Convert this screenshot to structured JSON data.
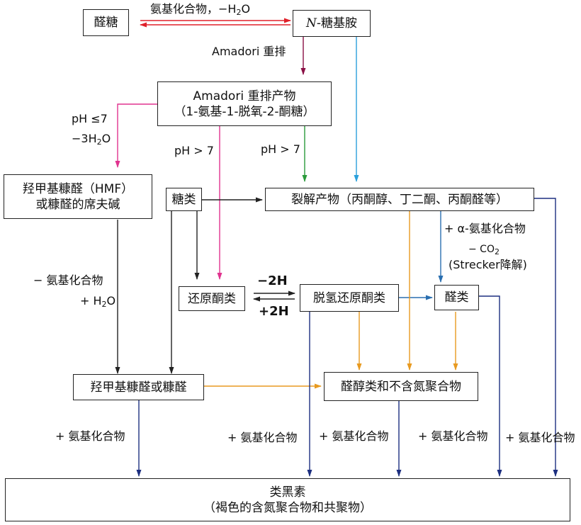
{
  "nodes": {
    "aldose": "醛糖",
    "glycosylamine_italic": "N",
    "glycosylamine_rest": "-糖基胺",
    "amadori_product_line1": "Amadori 重排产物",
    "amadori_product_line2": "（1-氨基-1-脱氧-2-酮糖）",
    "hmf_schiff_line1": "羟甲基糠醛（HMF）",
    "hmf_schiff_line2": "或糠醛的席夫碱",
    "sugars": "糖类",
    "fission_products": "裂解产物（丙酮醇、丁二酮、丙酮醛等）",
    "reductones": "还原酮类",
    "dehydroreductones": "脱氢还原酮类",
    "aldehydes": "醛类",
    "hmf_furfural": "羟甲基糠醛或糠醛",
    "aldols_polymers": "醛醇类和不含氮聚合物",
    "melanoidins_line1": "类黑素",
    "melanoidins_line2": "（褐色的含氮聚合物和共聚物）"
  },
  "labels": {
    "amine_compound": "氨基化合物，",
    "minus_h2o_sign": "−H",
    "minus_h2o_sub": "2",
    "minus_h2o_end": "O",
    "amadori_rearrangement": "Amadori 重排",
    "ph_le7": "pH ≤7",
    "minus_3h2o_sign": "−3H",
    "minus_3h2o_sub": "2",
    "minus_3h2o_end": "O",
    "ph_gt7_left": "pH > 7",
    "ph_gt7_right": "pH > 7",
    "minus_amine": "− 氨基化合物",
    "plus_h2o_sign": "+ H",
    "plus_h2o_sub": "2",
    "plus_h2o_end": "O",
    "alpha_amino": "+ α-氨基化合物",
    "minus_co2_sign": "− CO",
    "minus_co2_sub": "2",
    "strecker": "(Strecker降解)",
    "minus_2h": "−2H",
    "plus_2h": "+2H",
    "plus_amine_1": "+ 氨基化合物",
    "plus_amine_2": "+ 氨基化合物",
    "plus_amine_3": "+ 氨基化合物",
    "plus_amine_4": "+ 氨基化合物",
    "plus_amine_5": "+ 氨基化合物"
  },
  "colors": {
    "black": "#222222",
    "red": "#e0202a",
    "maroon": "#8a0f45",
    "magenta": "#e0338f",
    "green": "#2a9a3a",
    "cyan": "#2aa0dc",
    "blue": "#2a6fb0",
    "navy": "#1d2f80",
    "orange": "#e89a20"
  }
}
